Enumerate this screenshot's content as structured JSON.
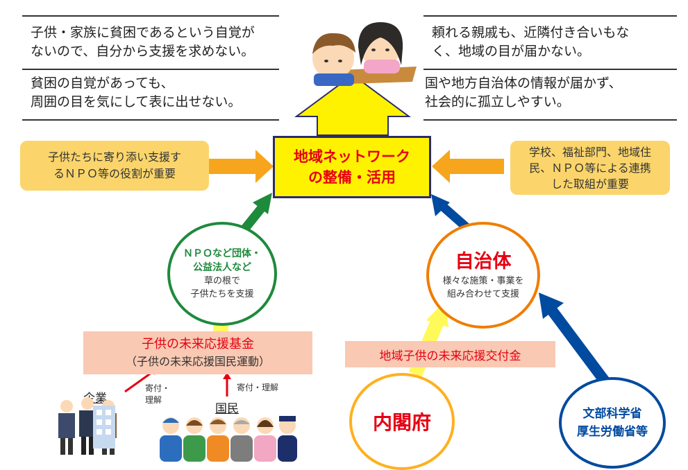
{
  "top_left": {
    "line1": "子供・家族に貧困であるという自覚が",
    "line2": "ないので、自分から支援を求めない。",
    "line3": "貧困の自覚があっても、",
    "line4": "周囲の目を気にして表に出せない。"
  },
  "top_right": {
    "line1": "頼れる親戚も、近隣付き合いもな",
    "line2": "く、地域の目が届かない。",
    "line3": "国や地方自治体の情報が届かず、",
    "line4": "社会的に孤立しやすい。"
  },
  "center": {
    "line1": "地域ネットワーク",
    "line2": "の整備・活用"
  },
  "left_note": {
    "line1": "子供たちに寄り添い支援す",
    "line2": "るＮＰＯ等の役割が重要"
  },
  "right_note": {
    "line1": "学校、福祉部門、地域住",
    "line2": "民、ＮＰＯ等による連携",
    "line3": "した取組が重要"
  },
  "npo": {
    "title1": "ＮＰＯなど団体・",
    "title2": "公益法人など",
    "sub1": "草の根で",
    "sub2": "子供たちを支援"
  },
  "jichitai": {
    "title": "自治体",
    "sub1": "様々な施策・事業を",
    "sub2": "組み合わせて支援"
  },
  "fund": {
    "line1": "子供の未来応援基金",
    "line2": "（子供の未来応援国民運動）"
  },
  "grant": {
    "label": "地域子供の未来応援交付金"
  },
  "kigyo": {
    "label": "企業",
    "action1": "寄付・",
    "action2": "理解"
  },
  "kokumin": {
    "label": "国民",
    "action": "寄付・理解"
  },
  "naikakufu": {
    "label": "内閣府"
  },
  "ministries": {
    "line1": "文部科学省",
    "line2": "厚生労働省等"
  },
  "colors": {
    "yellow": "#fff200",
    "orange": "#f39800",
    "orange_box": "#fbd56b",
    "green": "#1e8a3c",
    "blue": "#004a9f",
    "red": "#e60012",
    "pink_box": "#f9c9b3",
    "light_yellow": "#fff95a"
  },
  "icons": [
    "children-illustration",
    "businesspeople-illustration",
    "building-illustration",
    "citizens-illustration"
  ]
}
